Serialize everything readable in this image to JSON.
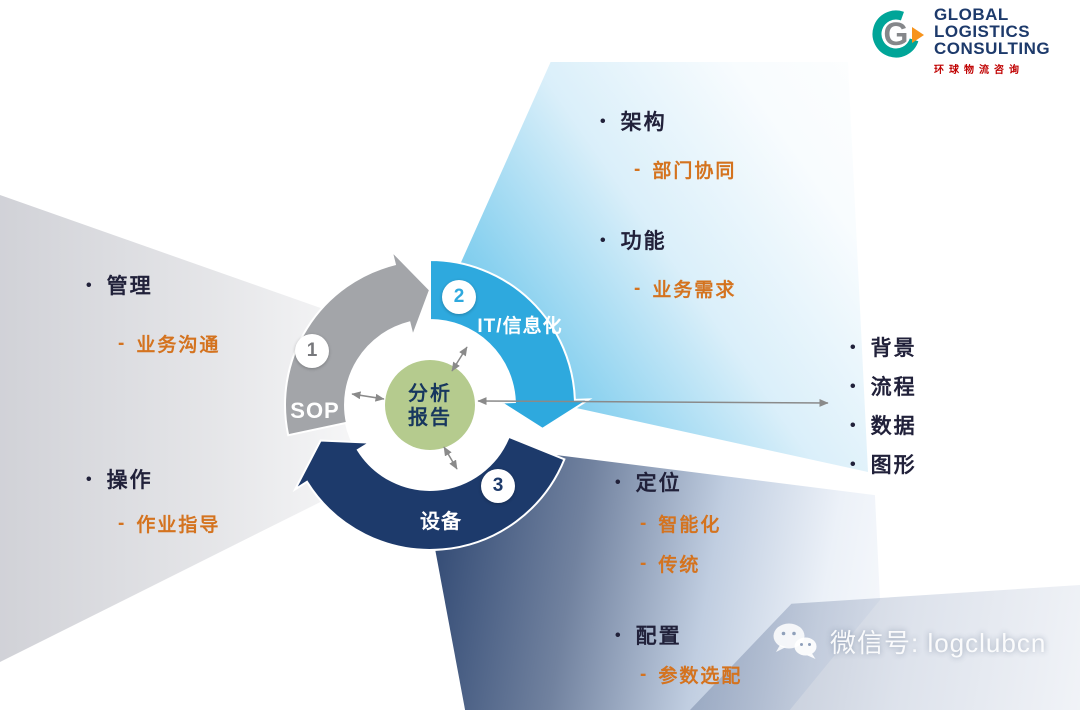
{
  "logo": {
    "mark_letter": "G",
    "name_lines": [
      "GLOBAL",
      "LOGISTICS",
      "CONSULTING"
    ],
    "subtitle": "环球物流咨询",
    "colors": {
      "teal": "#00a598",
      "orange": "#f7941d",
      "navy": "#1d3a6b",
      "red": "#c00000"
    }
  },
  "cycle": {
    "center_label": {
      "line1": "分析",
      "line2": "报告"
    },
    "segments": [
      {
        "number": "1",
        "label": "SOP",
        "color": "#a3a5a9"
      },
      {
        "number": "2",
        "label": "IT/信息化",
        "color": "#2ea9de"
      },
      {
        "number": "3",
        "label": "设备",
        "color": "#1d3a6b"
      }
    ]
  },
  "markers": {
    "bullet": "•",
    "dash": "-"
  },
  "groups": {
    "left": [
      {
        "title": "管理",
        "items": [
          "业务沟通"
        ]
      },
      {
        "title": "操作",
        "items": [
          "作业指导"
        ]
      }
    ],
    "top_right": [
      {
        "title": "架构",
        "items": [
          "部门协同"
        ]
      },
      {
        "title": "功能",
        "items": [
          "业务需求"
        ]
      }
    ],
    "bottom_right": [
      {
        "title": "定位",
        "items": [
          "智能化",
          "传统"
        ]
      },
      {
        "title": "配置",
        "items": [
          "参数选配"
        ]
      }
    ],
    "right_list": [
      "背景",
      "流程",
      "数据",
      "图形"
    ]
  },
  "watermark": {
    "text": "微信号: logclubcn"
  },
  "accent_colors": {
    "orange_text": "#d4731f",
    "dark_text": "#21213a",
    "green_center": "#b5cb8e"
  }
}
